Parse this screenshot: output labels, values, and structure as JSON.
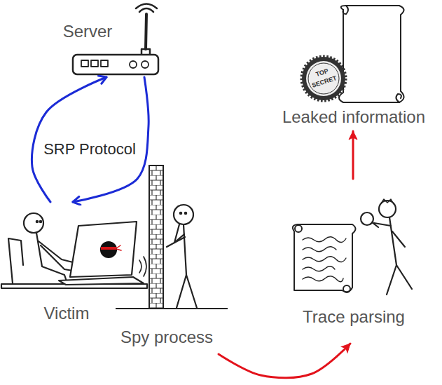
{
  "diagram": {
    "nodes": [
      {
        "text": [
          "Server"
        ]
      },
      {
        "text": [
          "Leaked information"
        ]
      },
      {
        "text": [
          "Victim"
        ]
      },
      {
        "text": [
          "Spy process"
        ]
      },
      {
        "text": [
          "Trace parsing"
        ]
      }
    ],
    "edges": [
      {
        "from": 2,
        "to": 0,
        "arrow": "both",
        "label": "SRP Protocol"
      },
      {
        "from": 3,
        "to": 4,
        "arrow": "to"
      },
      {
        "from": 4,
        "to": 1,
        "arrow": "to"
      }
    ],
    "labels": [
      "TOP",
      "SECRET"
    ]
  }
}
